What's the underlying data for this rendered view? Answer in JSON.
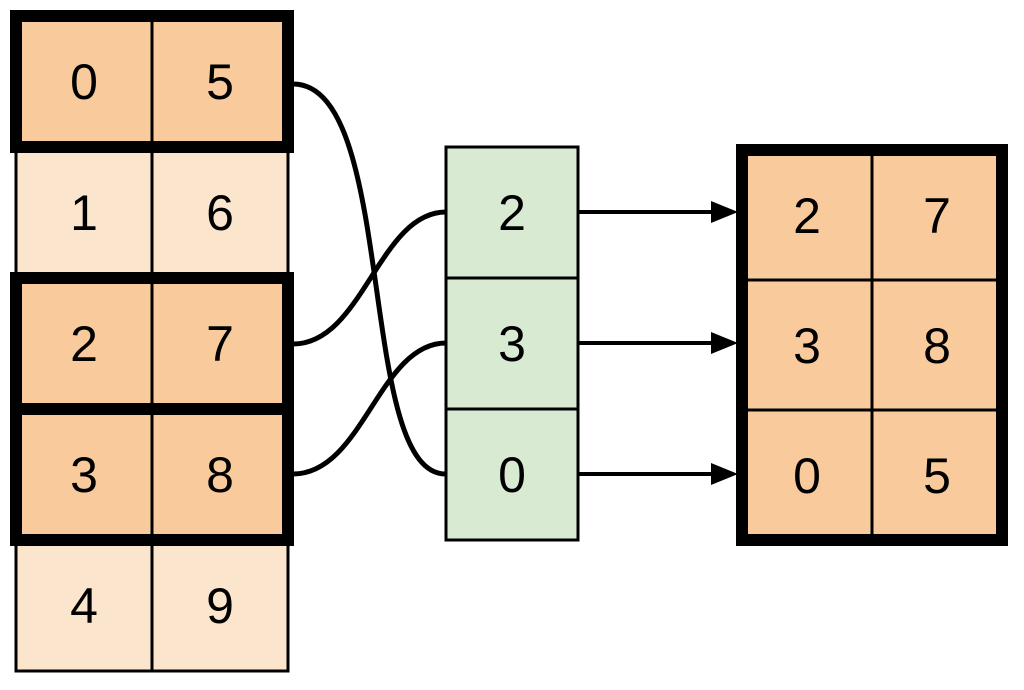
{
  "colors": {
    "highlight_fill": "#f9cb9c",
    "muted_fill": "#fce5cd",
    "index_fill": "#d9ead3",
    "line": "#000000",
    "background": "#ffffff"
  },
  "source_table": {
    "rows": [
      {
        "cells": [
          "0",
          "5"
        ],
        "highlighted": true
      },
      {
        "cells": [
          "1",
          "6"
        ],
        "highlighted": false
      },
      {
        "cells": [
          "2",
          "7"
        ],
        "highlighted": true
      },
      {
        "cells": [
          "3",
          "8"
        ],
        "highlighted": true
      },
      {
        "cells": [
          "4",
          "9"
        ],
        "highlighted": false
      }
    ]
  },
  "index_column": {
    "values": [
      "2",
      "3",
      "0"
    ]
  },
  "result_table": {
    "rows": [
      {
        "cells": [
          "2",
          "7"
        ]
      },
      {
        "cells": [
          "3",
          "8"
        ]
      },
      {
        "cells": [
          "0",
          "5"
        ]
      }
    ]
  }
}
